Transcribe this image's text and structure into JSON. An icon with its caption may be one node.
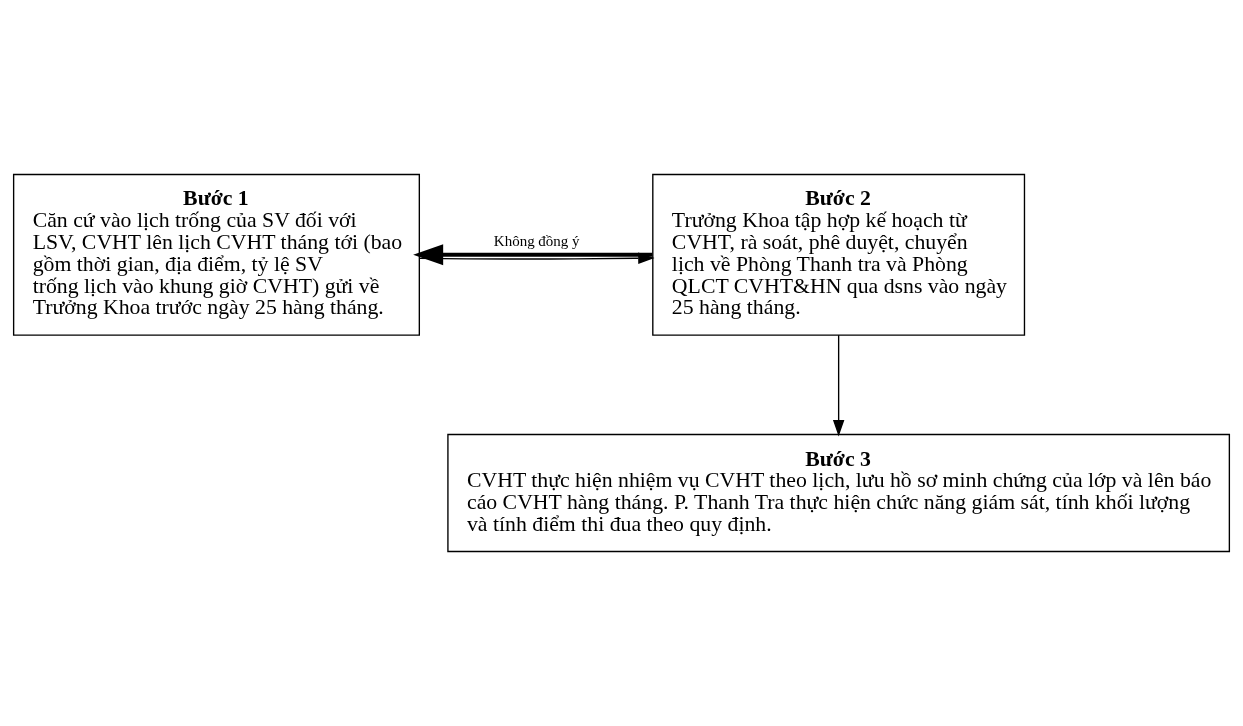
{
  "diagram": {
    "nodes": [
      {
        "text": [
          "Bước 1",
          "Căn cứ vào lịch trống của SV đối với LSV, CVHT lên lịch CVHT tháng tới (bao gồm thời gian, địa điểm, tỷ lệ SV trống lịch vào khung giờ CVHT) gửi về Trưởng Khoa trước ngày 25 hàng tháng."
        ]
      },
      {
        "text": [
          "Bước 2",
          "Trưởng Khoa tập hợp kế hoạch từ CVHT, rà soát, phê duyệt, chuyển lịch về Phòng Thanh tra và Phòng QLCT CVHT&HN qua dsns vào ngày 25 hàng tháng."
        ]
      },
      {
        "text": [
          "Bước 3",
          "CVHT thực hiện nhiệm vụ CVHT theo lịch, lưu hồ sơ minh chứng của lớp và lên báo cáo CVHT hàng tháng. P. Thanh Tra thực hiện chức năng giám sát, tính khối lượng và tính điểm thi đua theo quy định."
        ]
      }
    ],
    "edges": [
      {
        "from": 0,
        "to": 1,
        "arrow": "to"
      },
      {
        "from": 1,
        "to": 0,
        "arrow": "to",
        "label": "Không đồng ý",
        "style": "thick"
      },
      {
        "from": 1,
        "to": 2,
        "arrow": "to"
      }
    ]
  }
}
